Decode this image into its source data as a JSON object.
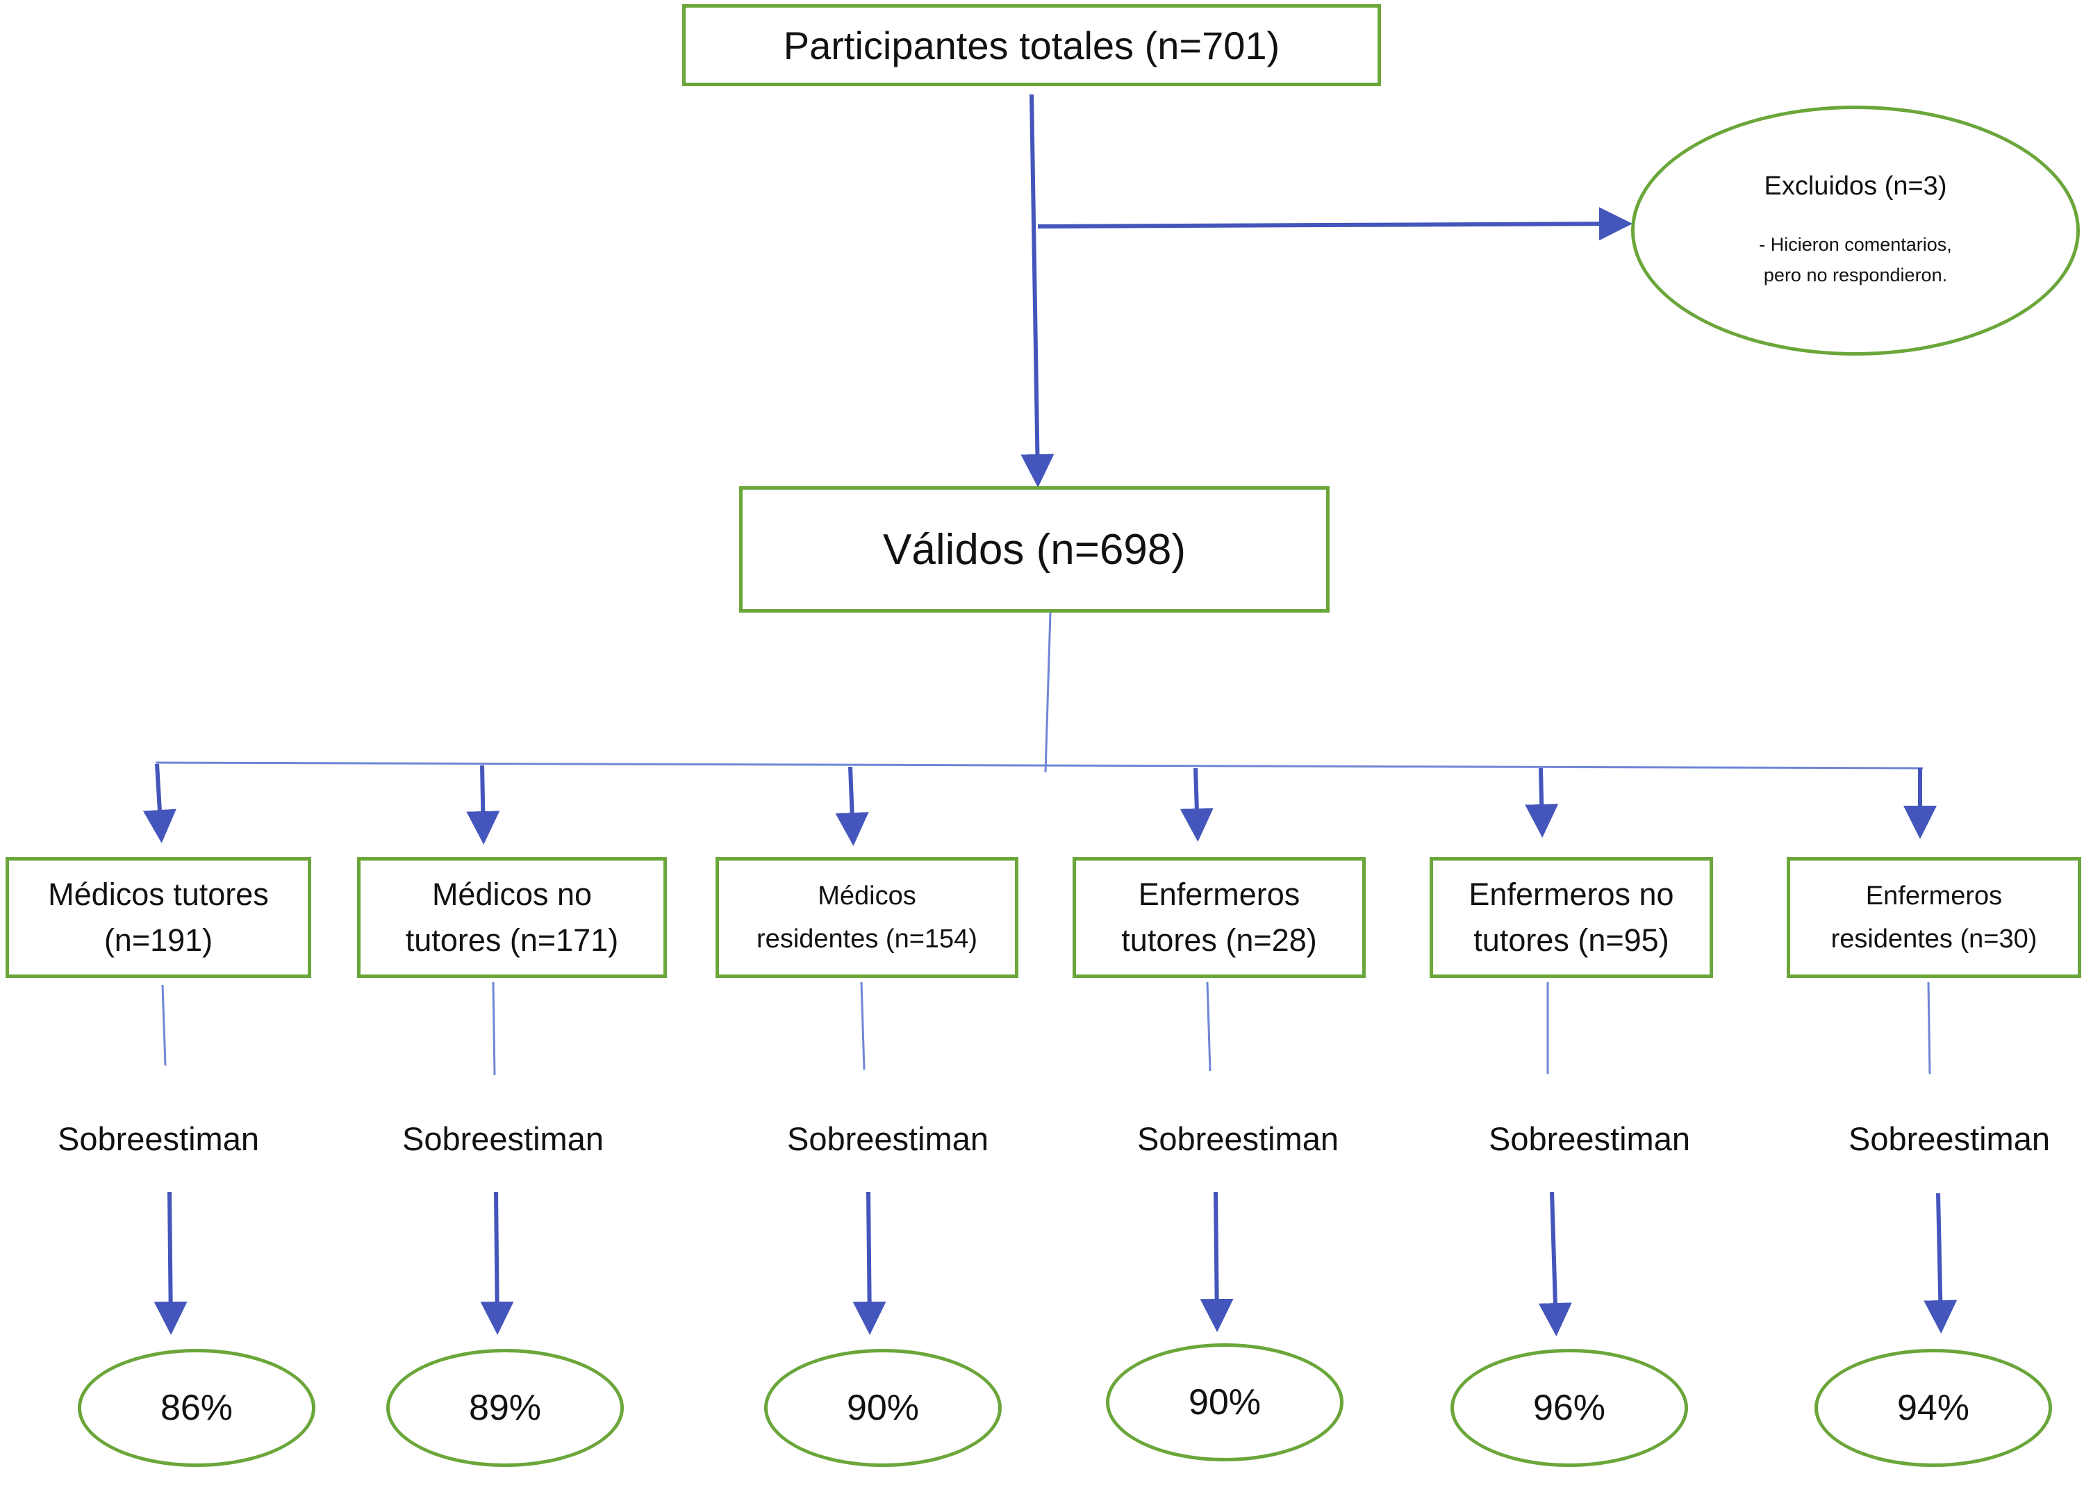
{
  "total": "Participantes totales (n=701)",
  "excluded": {
    "title": "Excluidos (n=3)",
    "note_line1": "- Hicieron comentarios,",
    "note_line2": "pero no respondieron."
  },
  "valid": "Válidos (n=698)",
  "groups": [
    {
      "line1": "Médicos tutores",
      "line2": "(n=191)",
      "outcome": "Sobreestiman",
      "percent": "86%"
    },
    {
      "line1": "Médicos no",
      "line2": "tutores (n=171)",
      "outcome": "Sobreestiman",
      "percent": "89%"
    },
    {
      "line1": "Médicos",
      "line2": "residentes (n=154)",
      "outcome": "Sobreestiman",
      "percent": "90%"
    },
    {
      "line1": "Enfermeros",
      "line2": "tutores (n=28)",
      "outcome": "Sobreestiman",
      "percent": "90%"
    },
    {
      "line1": "Enfermeros no",
      "line2": "tutores (n=95)",
      "outcome": "Sobreestiman",
      "percent": "96%"
    },
    {
      "line1": "Enfermeros",
      "line2": "residentes (n=30)",
      "outcome": "Sobreestiman",
      "percent": "94%"
    }
  ],
  "colors": {
    "box_border": "#6aa63a",
    "arrow": "#4455bb",
    "connector": "#6f86d6"
  }
}
